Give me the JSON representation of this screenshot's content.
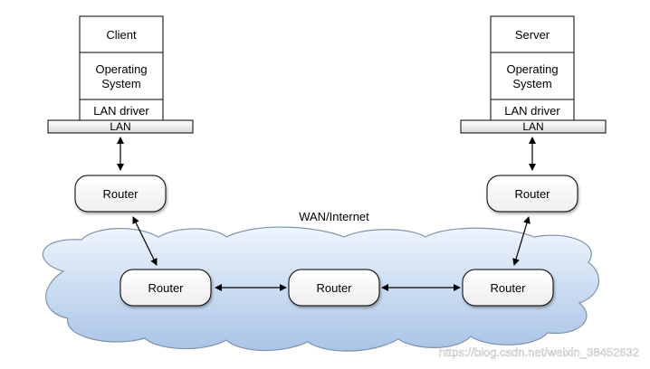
{
  "diagram": {
    "client_stack": {
      "app": "Client",
      "os_line1": "Operating",
      "os_line2": "System",
      "driver": "LAN driver",
      "lan": "LAN"
    },
    "server_stack": {
      "app": "Server",
      "os_line1": "Operating",
      "os_line2": "System",
      "driver": "LAN driver",
      "lan": "LAN"
    },
    "routers": {
      "client_side": "Router",
      "server_side": "Router",
      "wan_left": "Router",
      "wan_middle": "Router",
      "wan_right": "Router"
    },
    "wan_label": "WAN/Internet",
    "watermark": "https://blog.csdn.net/weixin_38452632",
    "colors": {
      "cloud_top": "#eef5fd",
      "cloud_bottom": "#a9c4e6",
      "cloud_stroke": "#7e93ad",
      "box_stroke": "#000000",
      "lan_fill_top": "#ffffff",
      "lan_fill_bottom": "#d9d9d9"
    }
  }
}
